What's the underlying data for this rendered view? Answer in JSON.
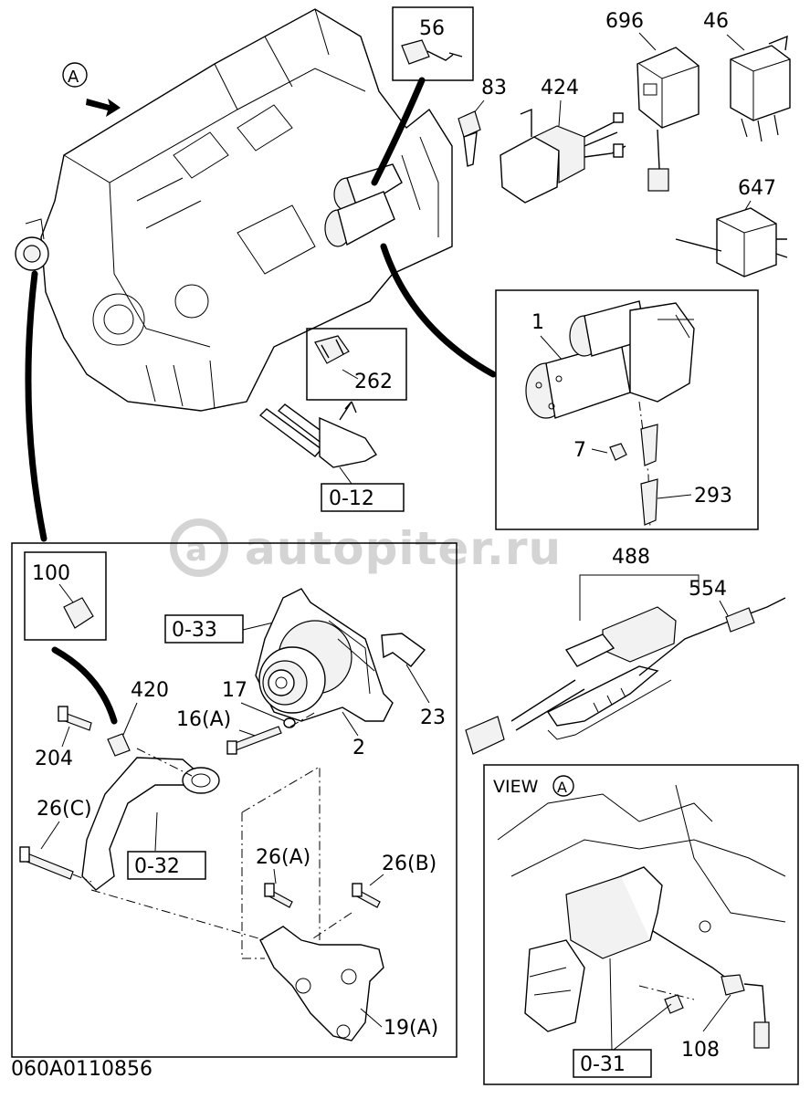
{
  "watermark": "autopiter.ru",
  "diagram_code": "060A0110856",
  "view_marker": "A",
  "view_box_title": "VIEW",
  "labels": {
    "p56": "56",
    "p696": "696",
    "p46": "46",
    "p83": "83",
    "p424": "424",
    "p647": "647",
    "p1": "1",
    "p7": "7",
    "p293": "293",
    "p262": "262",
    "p0_12": "0-12",
    "p100": "100",
    "p0_33": "0-33",
    "p420": "420",
    "p17": "17",
    "p16a": "16(A)",
    "p23": "23",
    "p2": "2",
    "p204": "204",
    "p26c": "26(C)",
    "p0_32": "0-32",
    "p26a": "26(A)",
    "p26b": "26(B)",
    "p19a": "19(A)",
    "p488": "488",
    "p554": "554",
    "p108": "108",
    "p0_31": "0-31"
  }
}
